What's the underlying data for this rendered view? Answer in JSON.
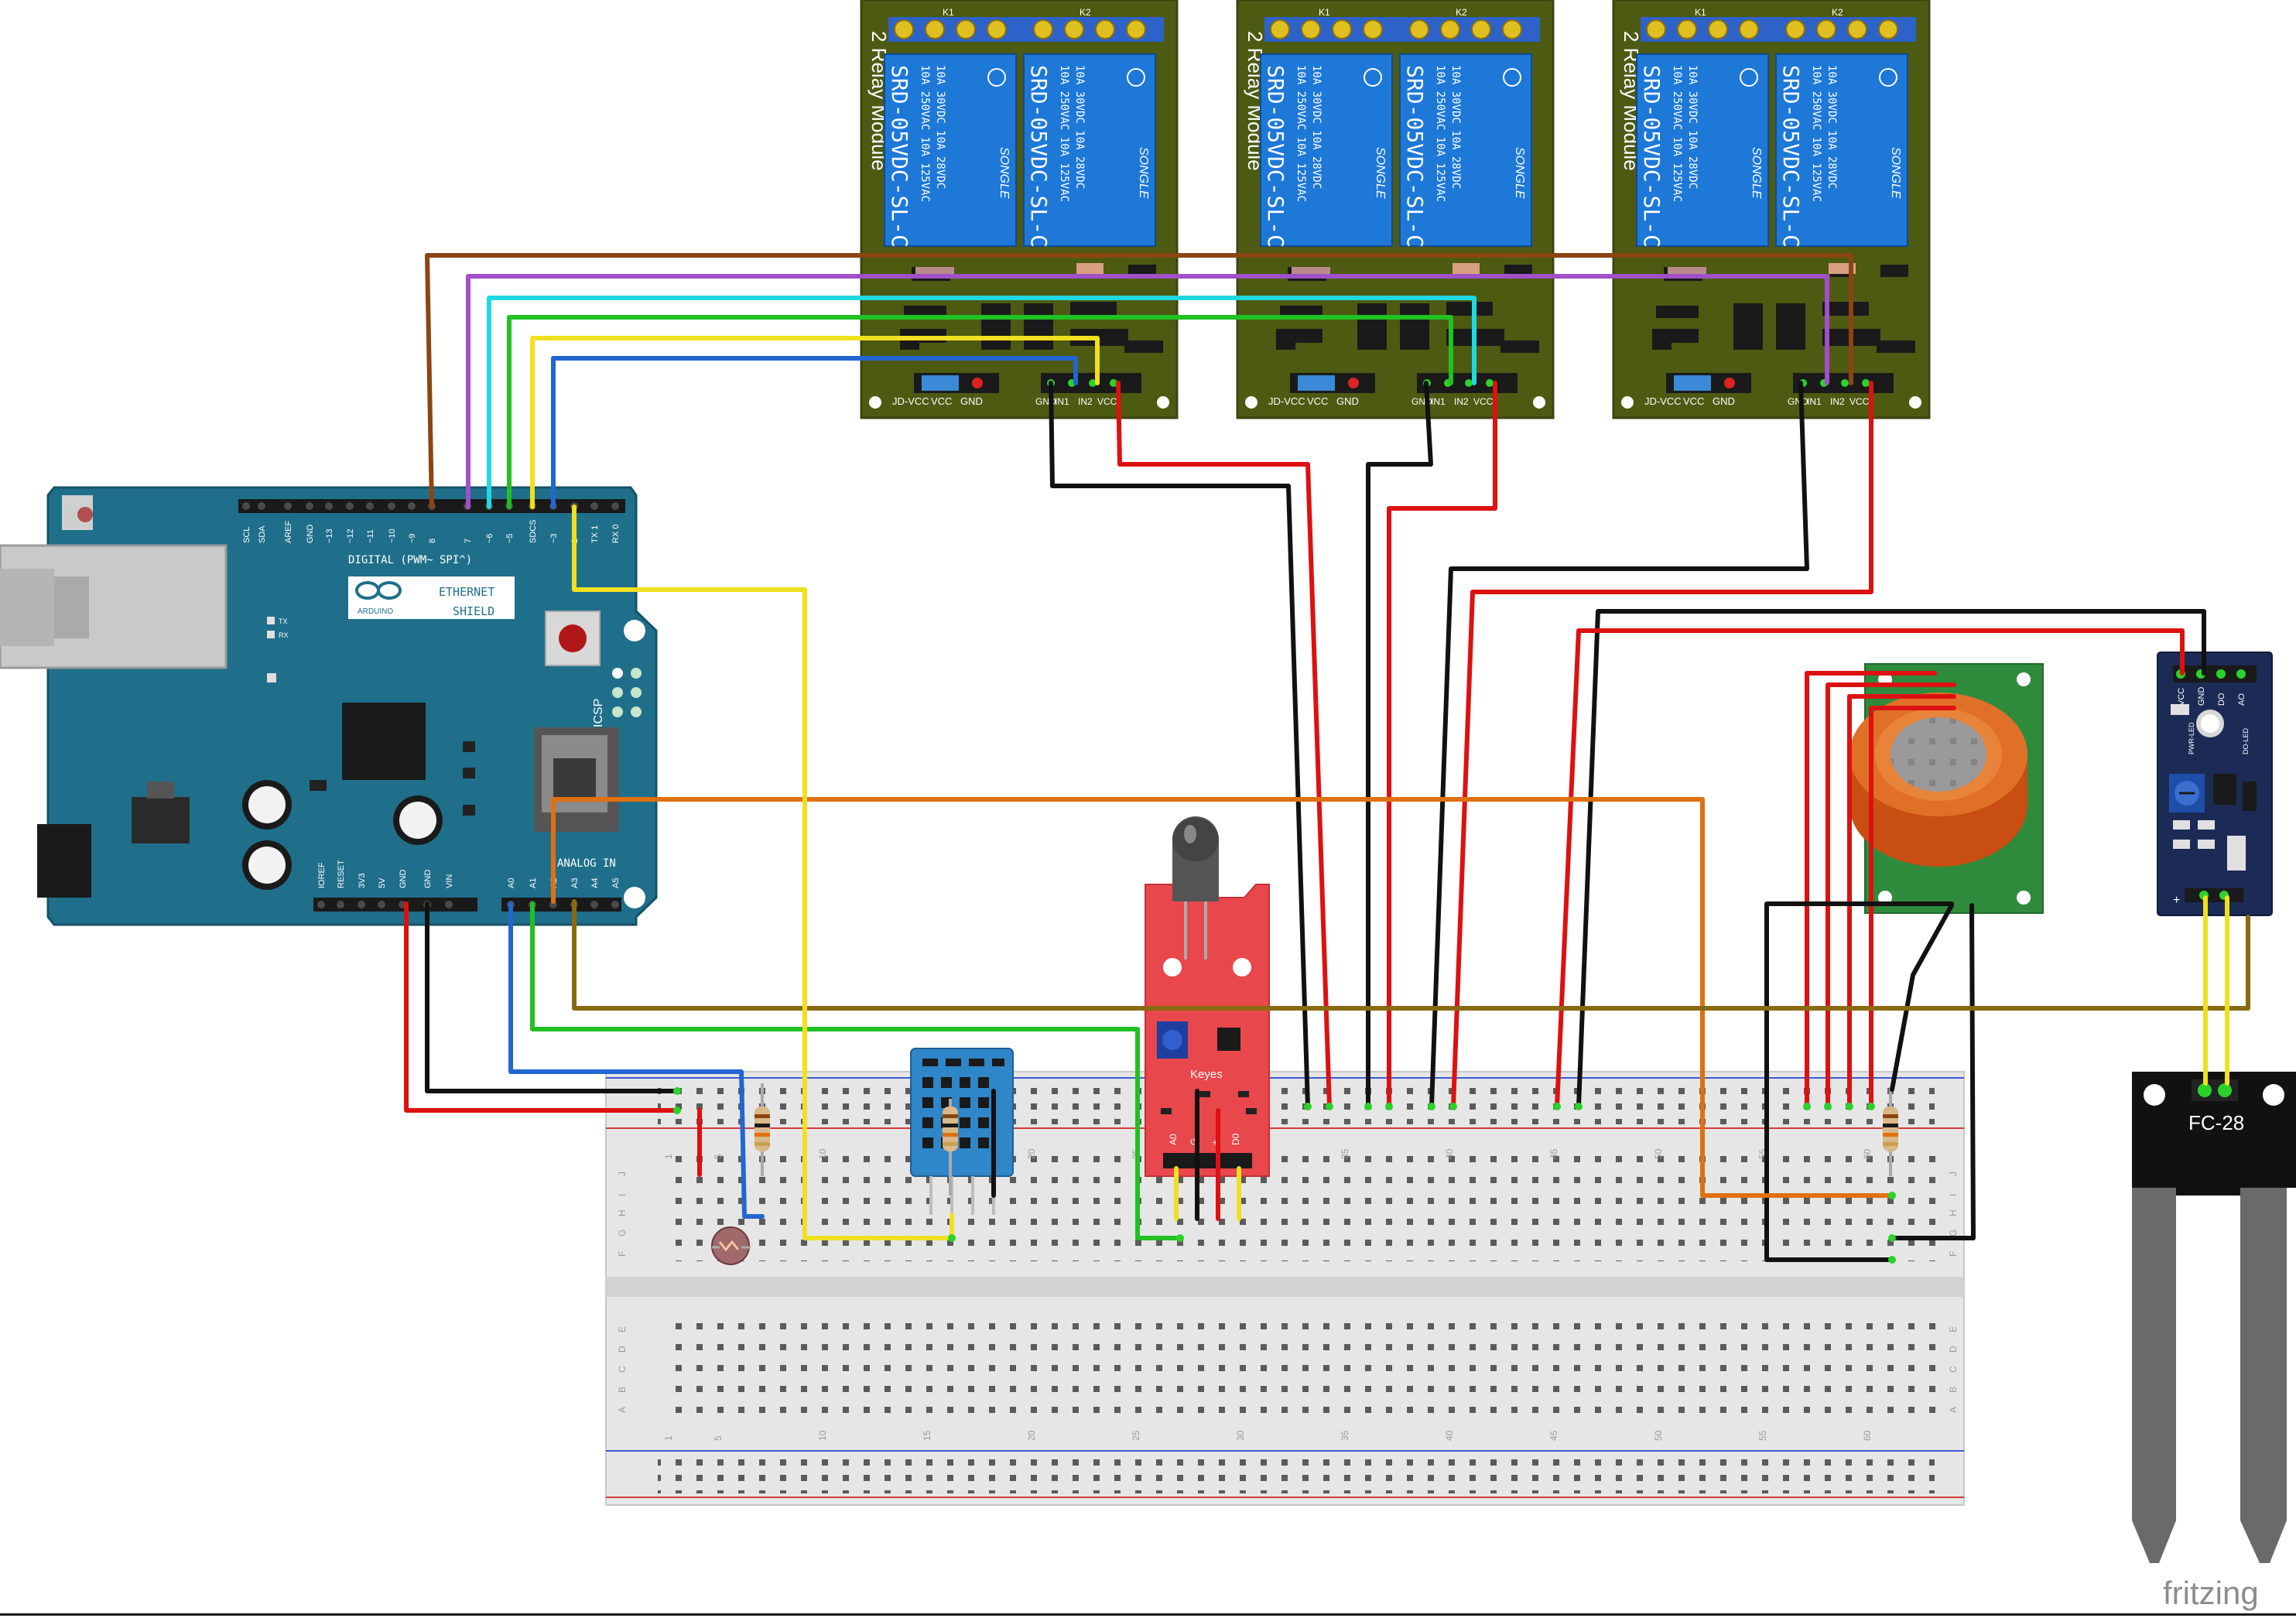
{
  "app": {
    "watermark": "fritzing"
  },
  "colors": {
    "pcb_green": "#4d5a12",
    "relay_blue": "#1e78d8",
    "arduino_blue": "#1f6f8b",
    "sensor_red": "#e8474c",
    "mq_green": "#2e8b3c",
    "mq_orange": "#d8661e",
    "fc_navy": "#1b2b55",
    "wire_brown": "#8b4513",
    "wire_purple": "#a050c8",
    "wire_cyan": "#20d8e0",
    "wire_green": "#22c022",
    "wire_yellow": "#f0e020",
    "wire_blue": "#2266d0",
    "wire_black": "#111111",
    "wire_red": "#dd1111",
    "wire_orange": "#e07010",
    "wire_olive": "#8a6a10"
  },
  "relays": [
    {
      "title": "2 Relay Module",
      "relay_text": [
        "SRD-05VDC-SL-C",
        "10A 250VAC 10A 125VAC",
        "10A 30VDC 10A 28VDC",
        "SONGLE"
      ],
      "terminals": [
        "K1",
        "K2"
      ],
      "jumper_labels": [
        "JD-VCC",
        "VCC",
        "GND"
      ],
      "input_labels": [
        "GND",
        "IN1",
        "IN2",
        "VCC"
      ]
    },
    {
      "title": "2 Relay Module",
      "relay_text": [
        "SRD-05VDC-SL-C",
        "10A 250VAC 10A 125VAC",
        "10A 30VDC 10A 28VDC",
        "SONGLE"
      ],
      "terminals": [
        "K1",
        "K2"
      ],
      "jumper_labels": [
        "JD-VCC",
        "VCC",
        "GND"
      ],
      "input_labels": [
        "GND",
        "IN1",
        "IN2",
        "VCC"
      ]
    },
    {
      "title": "2 Relay Module",
      "relay_text": [
        "SRD-05VDC-SL-C",
        "10A 250VAC 10A 125VAC",
        "10A 30VDC 10A 28VDC",
        "SONGLE"
      ],
      "terminals": [
        "K1",
        "K2"
      ],
      "jumper_labels": [
        "JD-VCC",
        "VCC",
        "GND"
      ],
      "input_labels": [
        "GND",
        "IN1",
        "IN2",
        "VCC"
      ]
    }
  ],
  "arduino": {
    "board_name": "ETHERNET",
    "board_name2": "SHIELD",
    "brand": "ARDUINO",
    "digital_header": "DIGITAL (PWM~ SPI^)",
    "analog_header": "ANALOG IN",
    "icsp": "ICSP",
    "top_pins": [
      "SCL",
      "SDA",
      "AREF",
      "GND",
      "~13",
      "~12",
      "~11",
      "~10",
      "~9",
      "8",
      "7",
      "~6",
      "~5",
      "SDCS",
      "~3",
      "2",
      "TX 1",
      "RX 0"
    ],
    "bottom_pins": [
      "IOREF",
      "RESET",
      "3V3",
      "5V",
      "GND",
      "GND",
      "VIN",
      "A0",
      "A1",
      "A2",
      "A3",
      "A4",
      "A5"
    ],
    "led_labels": [
      "TX",
      "RX"
    ]
  },
  "flame_sensor": {
    "brand": "Keyes",
    "pins": [
      "A0",
      "G",
      "+",
      "D0"
    ]
  },
  "fc_module": {
    "pin_labels": [
      "VCC",
      "GND",
      "DO",
      "AO"
    ],
    "led_labels": [
      "PWR-LED",
      "DO-LED"
    ]
  },
  "fc_probe": {
    "label": "FC-28"
  },
  "breadboard": {
    "col_numbers": [
      "1",
      "5",
      "10",
      "15",
      "20",
      "25",
      "30",
      "35",
      "40",
      "45",
      "50",
      "55",
      "60"
    ],
    "row_letters_top": [
      "J",
      "I",
      "H",
      "G",
      "F"
    ],
    "row_letters_bottom": [
      "E",
      "D",
      "C",
      "B",
      "A"
    ]
  }
}
